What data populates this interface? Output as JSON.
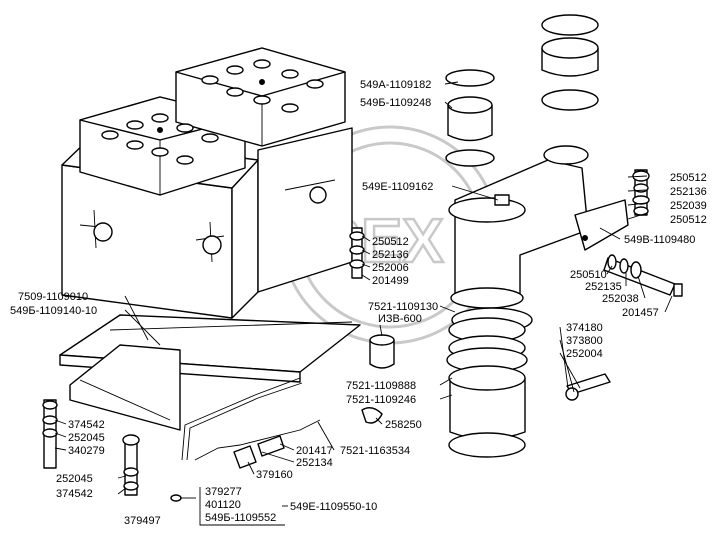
{
  "watermark_text": "OREX",
  "labels": {
    "l_549A_1109182": "549А-1109182",
    "l_549B_1109248": "549Б-1109248",
    "l_549E_1109162": "549Е-1109162",
    "l_250512_a": "250512",
    "l_252136_a": "252136",
    "l_252039": "252039",
    "l_250512_b": "250512",
    "l_549V_1109480": "549В-1109480",
    "l_250512_c": "250512",
    "l_252136_b": "252136",
    "l_252006": "252006",
    "l_201499": "201499",
    "l_250510": "250510",
    "l_252135": "252135",
    "l_252038": "252038",
    "l_201457": "201457",
    "l_7509_1109010": "7509-1109010",
    "l_549B_1109140_10": "549Б-1109140-10",
    "l_7521_1109130": "7521-1109130",
    "l_izv_600": "ИЗВ-600",
    "l_374180": "374180",
    "l_373800": "373800",
    "l_252004": "252004",
    "l_7521_1109888": "7521-1109888",
    "l_7521_1109246": "7521-1109246",
    "l_258250": "258250",
    "l_374542_a": "374542",
    "l_252045_a": "252045",
    "l_340279": "340279",
    "l_201417": "201417",
    "l_252134": "252134",
    "l_7521_1163534": "7521-1163534",
    "l_379160": "379160",
    "l_252045_b": "252045",
    "l_374542_b": "374542",
    "l_379277": "379277",
    "l_401120": "401120",
    "l_549E_1109550_10": "549Е-1109550-10",
    "l_379497": "379497",
    "l_549B_1109552": "549Б-1109552"
  }
}
